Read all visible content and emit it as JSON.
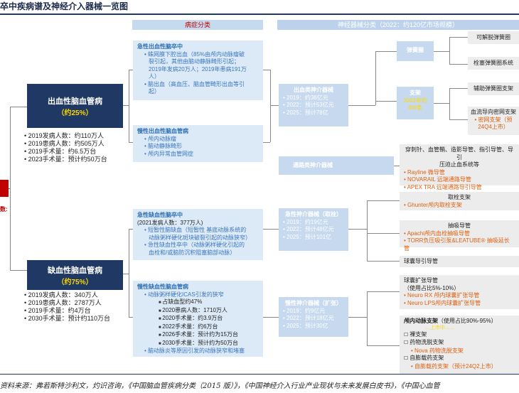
{
  "title": "卒中疾病谱及神经介入器械一览图",
  "headers": {
    "left": "病症分类",
    "right": "神经器械分类（2022：约120亿市场规模）"
  },
  "root": {
    "label": "数:"
  },
  "hemorrhagic": {
    "name": "出血性脑血管病",
    "pct": "（约25%）",
    "stats": [
      "2019发病人数：约110万人",
      "2019患病人数：约505万人",
      "2019手术量：约6.5万台",
      "2023手术量：预计约50万台"
    ]
  },
  "ischemic": {
    "name": "缺血性脑血管病",
    "pct": "（约75%）",
    "stats": [
      "2019发病人数：340万人",
      "2019患病人数：2787万人",
      "2019手术量：约4万台",
      "2030手术量：预计约110万台"
    ]
  },
  "acute_hem": {
    "title": "急性出血性脑卒中",
    "lines": [
      "蛛网膜下腔出血（85%由颅内动脉瘤破",
      "裂引起，其他由脑动静脉畸形引起；",
      "2019年发病20万人；2019年患病191万",
      "人）",
      "脑出血（高血压、脑血管畸形出血等引",
      "起）"
    ]
  },
  "chronic_hem": {
    "title": "慢性出血性脑血管病",
    "lines": [
      "颅内动脉瘤",
      "脑动静脉畸形",
      "颅内异常血管网症"
    ]
  },
  "acute_isc": {
    "title": "急性缺血性脑卒中",
    "lines": [
      "(2021发病人数：377万人)",
      "短暂性脑缺血（短暂性 基底动脉系统的",
      "动脉粥样硬化斑块破裂引起的动脉狭窄）",
      "急性缺血性卒中（动脉粥样硬化引起的",
      "血栓和/或脑防沉积阻塞脑部动脉）"
    ]
  },
  "chronic_isc": {
    "title": "慢性缺血性脑血管病",
    "lines": [
      "动脉粥样硬化ICAS引发的狭窄",
      "占缺血型约47%",
      "2020患病人数：1710万人",
      "2020手术量：约3.9万台",
      "2022手术量：约6万台",
      "2026手术量：预计约为15万台",
      "2030手术量：预计约为50万台",
      "脑动脉炎等原因引发的动脉狭窄和堵塞"
    ]
  },
  "hem_devices": {
    "title": "出血类神介器械",
    "lines": [
      "2019：约36亿元",
      "2022：预计53亿元",
      "2025：预计78亿"
    ]
  },
  "access_devices": {
    "title": "通路类神介器械"
  },
  "isc_thrombectomy": {
    "title": "急性神介器械（取栓）",
    "lines": [
      "2019：约19亿元",
      "2022：预计48亿元",
      "2025：预计101亿"
    ]
  },
  "isc_dilation": {
    "title": "慢性神介器械（扩张）",
    "lines": [
      "2019：约9亿元",
      "2022：预计18亿元",
      "2025：预计30亿"
    ]
  },
  "coil": {
    "label": "弹簧圈"
  },
  "stent": {
    "label": "支架",
    "sub1": "2022年约",
    "sub2": "4W条"
  },
  "coil_types": [
    "可解脱弹簧圈",
    "栓塞弹簧圈系统"
  ],
  "stent_types": {
    "assist": "辅助弹簧圈支架",
    "flow": "血流导向密网支架",
    "flow_note1": "• 密网支架（预",
    "flow_note2": "24Q4上市）"
  },
  "access_list": {
    "line1": "穿刺针、血管鞘、造影导管、指引导管、导引",
    "line2": "压迫止血系统等",
    "items": [
      "Rayline 微导管",
      "NOVARAIL 远端通路导管",
      "APEX TRA 远端通路导引导管"
    ]
  },
  "thrombus_stent": {
    "title": "取栓支架",
    "item": "Ghunter颅内取栓支架"
  },
  "aspiration": {
    "title": "抽吸导管",
    "items": [
      "Apachi颅内血栓抽吸导管",
      "TORR负压吸引泵&LEATUBE® 抽吸延长管"
    ]
  },
  "balloon_guide": {
    "title": "球囊导引导管"
  },
  "balloon_dilation": {
    "title": "球囊扩张导管",
    "sub": "（使用占比5%-10%）",
    "items": [
      "Neuro RX 颅内球囊扩张导管",
      "Neuro LPS颅内球囊扩张导管"
    ]
  },
  "intracranial_stent": {
    "title": "颅内动脉支架",
    "sub": "（使用占比90%-95%）",
    "lines": [
      "裸支架",
      "药物洗脱支架",
      "Nova 药物洗脱支架",
      "自膨载药支架",
      "自膨载药支架（预计24Q2上市）"
    ],
    "hint": "…上市中……"
  },
  "footer": "资料来源：弗若斯特沙利文，灼识咨询，《中国脑血管疾病分类（2015 版）》，《中国神经介入行业产业现状与未来发展白皮书》，《中国心血管"
}
